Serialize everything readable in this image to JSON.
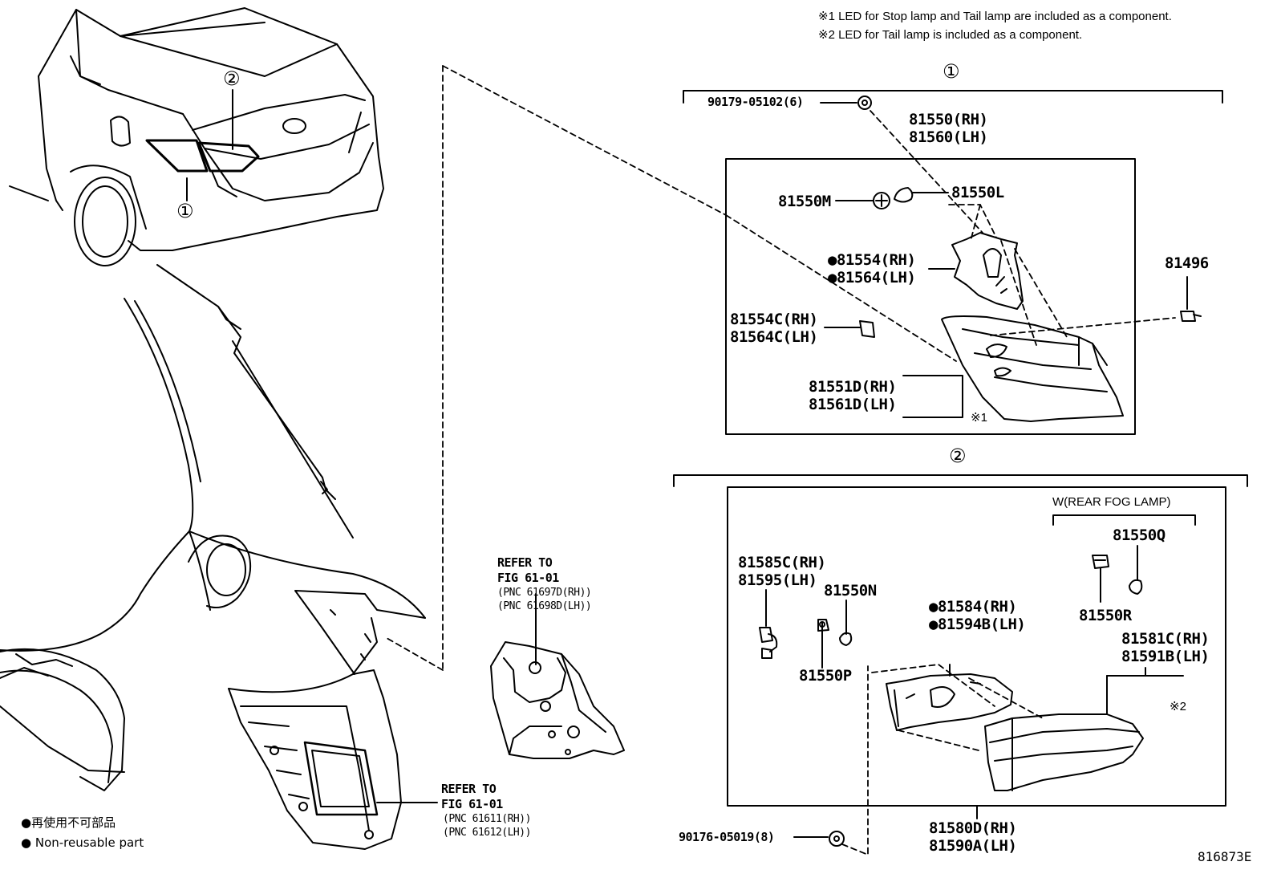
{
  "notes": {
    "n1": "※1 LED for Stop lamp and Tail lamp are included as a component.",
    "n2": "※2 LED for Tail lamp is included as a component."
  },
  "callouts": {
    "c1": "①",
    "c2": "②",
    "car_c1": "①",
    "car_c2": "②"
  },
  "parts": {
    "p90179": "90179-05102(6)",
    "p81550": "81550(RH)",
    "p81560": "81560(LH)",
    "p81550M": "81550M",
    "p81550L": "81550L",
    "p81554": "●81554(RH)",
    "p81564": "●81564(LH)",
    "p81496": "81496",
    "p81554C": "81554C(RH)",
    "p81564C": "81564C(LH)",
    "p81551D": "81551D(RH)",
    "p81561D": "81561D(LH)",
    "mark1": "※1",
    "wfog": "W(REAR FOG LAMP)",
    "p81550Q": "81550Q",
    "p81585C": "81585C(RH)",
    "p81595": "81595(LH)",
    "p81550N": "81550N",
    "p81584": "●81584(RH)",
    "p81594B": "●81594B(LH)",
    "p81550R": "81550R",
    "p81581C": "81581C(RH)",
    "p81591B": "81591B(LH)",
    "mark2": "※2",
    "p81550P": "81550P",
    "p90176": "90176-05019(8)",
    "p81580D": "81580D(RH)",
    "p81590A": "81590A(LH)"
  },
  "refer1": {
    "line1": "REFER TO",
    "line2": "FIG 61-01",
    "line3": "(PNC 61697D(RH))",
    "line4": "(PNC 61698D(LH))"
  },
  "refer2": {
    "line1": "REFER TO",
    "line2": "FIG 61-01",
    "line3": "(PNC 61611(RH))",
    "line4": "(PNC 61612(LH))"
  },
  "legend": {
    "jp": "●再使用不可部品",
    "en": "● Non-reusable part"
  },
  "code": "816873E"
}
